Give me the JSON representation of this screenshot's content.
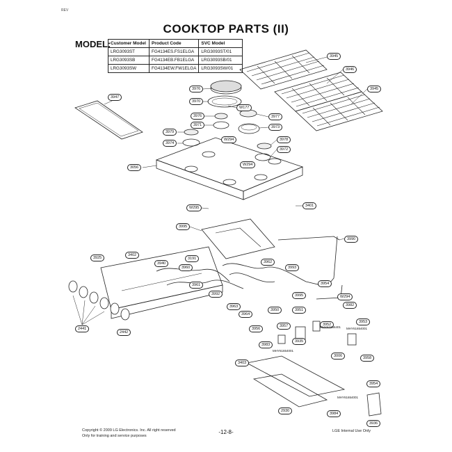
{
  "corner_mark": "REV",
  "title": "COOKTOP PARTS (II)",
  "model_label": "MODEL:",
  "model_table": {
    "headers": [
      "Customer Model",
      "Product Code",
      "SVC Model"
    ],
    "rows": [
      [
        "LRG3093ST",
        "FG4134ES.FS1ELGA",
        "LRG3093ST/01"
      ],
      [
        "LRG3093SB",
        "FG4134EB.FB1ELGA",
        "LRG3093SB/01"
      ],
      [
        "LRG3093SW",
        "FG4134EW.FW1ELGA",
        "LRG3093SW/01"
      ]
    ]
  },
  "part_labels": {
    "p3945a": "3945",
    "p3946": "3946",
    "p3945b": "3945",
    "p3947": "3947",
    "p3976a": "3976",
    "p3970": "3970",
    "pW177": "W177",
    "p3976b": "3976",
    "p3977": "3977",
    "p3971": "3971",
    "p3973": "3973",
    "p3979": "3979",
    "pW294a": "W294",
    "p3978": "3978",
    "p3974": "3974",
    "p3972": "3972",
    "pW294b": "W294",
    "p3056": "3056",
    "pW295": "W295",
    "p3401": "3401",
    "p3995a": "3995",
    "p3990": "3990",
    "p3925": "3925",
    "p3402": "3402",
    "p3940": "3940",
    "p3191": "3191",
    "p3960": "3960",
    "p3962": "3962",
    "p3993": "3993",
    "p3961": "3961",
    "p3954a": "3954",
    "p3992": "3992",
    "p3995b": "3995",
    "pW294c": "W294",
    "p3963": "3963",
    "p3982": "3982",
    "p3964": "3964",
    "p3950": "3950",
    "p3951": "3951",
    "p2441": "2441",
    "p2442": "2442",
    "p3956": "3956",
    "p3957": "3957",
    "p3952": "3952",
    "p3953": "3953",
    "p3983": "3983",
    "p3935": "3935",
    "p3403": "3403",
    "p3006": "3006",
    "p3958": "3958",
    "p3954b": "3954",
    "p2930": "2930",
    "p3984": "3984",
    "p3936": "3936"
  },
  "fastener_labels": {
    "f1": "MHY61856401",
    "f2": "MHY61654001",
    "f3": "MHY61654001",
    "f4": "MHY61654001"
  },
  "footer": {
    "copyright": "Copyright © 2009 LG Electronics. Inc. All right reserved",
    "purpose": "Only for training and service purposes",
    "page_number": "-12-8-",
    "internal": "LGE Internal Use Only"
  }
}
